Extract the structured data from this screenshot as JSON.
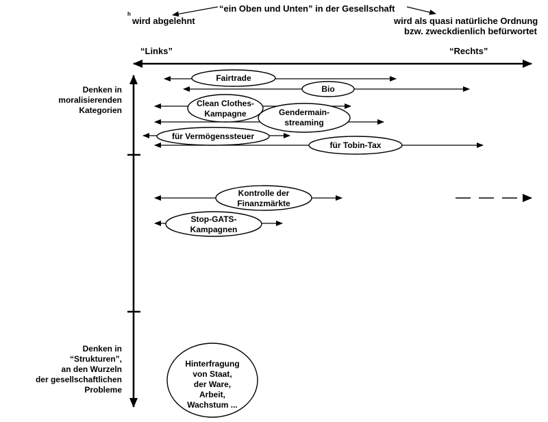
{
  "header": {
    "superscript": "h",
    "center_title": "“ein Oben und Unten” in der Gesellschaft",
    "left_note": "wird abgelehnt",
    "right_note_line1": "wird als quasi natürliche Ordnung",
    "right_note_line2": "bzw. zweckdienlich befürwortet"
  },
  "axis": {
    "left_label": "“Links”",
    "right_label": "“Rechts”"
  },
  "vertical_labels": {
    "top": [
      "Denken in",
      "moralisierenden",
      "Kategorien"
    ],
    "bottom": [
      "Denken in",
      "“Strukturen”,",
      "an den Wurzeln",
      "der gesellschaftlichen",
      "Probleme"
    ]
  },
  "items": {
    "fairtrade": "Fairtrade",
    "bio": "Bio",
    "clean_clothes": [
      "Clean Clothes-",
      "Kampagne"
    ],
    "gendermainstreaming": [
      "Gendermain-",
      "streaming"
    ],
    "vermoegenssteuer": "für Vermögenssteuer",
    "tobin_tax": "für Tobin-Tax",
    "finanzmaerkte": [
      "Kontrolle der",
      "Finanzmärkte"
    ],
    "stop_gats": [
      "Stop-GATS-",
      "Kampagnen"
    ],
    "hinterfragung": [
      "Hinterfragung",
      "von Staat,",
      "der Ware,",
      "Arbeit,",
      "Wachstum ..."
    ]
  }
}
